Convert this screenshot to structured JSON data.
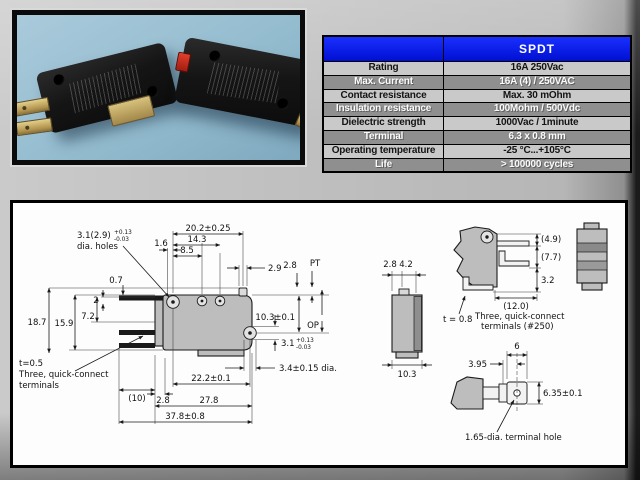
{
  "colors": {
    "header_blue": "#0010d2",
    "row_light": "#c9c9c9",
    "row_dark": "#8f8f8f",
    "photo_background": "#94bccf",
    "red_button": "#c0291c"
  },
  "spec_table": {
    "header": [
      "",
      "SPDT"
    ],
    "rows": [
      {
        "label": "Rating",
        "value": "16A 250Vac"
      },
      {
        "label": "Max. Current",
        "value": "16A (4) / 250VAC"
      },
      {
        "label": "Contact resistance",
        "value": "Max. 30 mOhm"
      },
      {
        "label": "Insulation resistance",
        "value": "100Mohm / 500Vdc"
      },
      {
        "label": "Dielectric strength",
        "value": "1000Vac / 1minute"
      },
      {
        "label": "Terminal",
        "value": "6.3 x 0.8 mm"
      },
      {
        "label": "Operating temperature",
        "value": "-25 °C...+105°C"
      },
      {
        "label": "Life",
        "value": "> 100000 cycles"
      }
    ]
  },
  "drawing": {
    "front": {
      "dim_top_span": "20.2±0.25",
      "dim_14_3": "14.3",
      "dim_8_5": "8.5",
      "dim_1_6": "1.6",
      "dim_plunger": "2.9",
      "dim_pt_offset": "2.8",
      "pt": "PT",
      "op": "OP",
      "dim_hole_v": "10.3±0.1",
      "dim_hole_dia": "3.1",
      "tol_plus": "+0.13",
      "tol_minus": "-0.03",
      "dim_boss_dia": "3.4±0.15 dia.",
      "dim_0_7": "0.7",
      "dim_2": "2",
      "dim_7_2": "7.2",
      "dim_15_9": "15.9",
      "dim_18_7": "18.7",
      "holes_note_1": "3.1(2.9)",
      "holes_note_2": "dia. holes",
      "term_note_1": "t=0.5",
      "term_note_2": "Three, quick-connect",
      "term_note_3": "terminals",
      "dim_10": "(10)",
      "dim_2_8b": "2.8",
      "dim_22_2": "22.2±0.1",
      "dim_27_8": "27.8",
      "dim_37_8": "37.8±0.8"
    },
    "side": {
      "dim_2_8": "2.8",
      "dim_4_2": "4.2",
      "dim_10_3": "10.3"
    },
    "bend": {
      "dim_4_9": "(4.9)",
      "dim_7_7": "(7.7)",
      "dim_3_2": "3.2",
      "dim_12": "(12.0)",
      "note_1": "t = 0.8",
      "note_2": "Three, quick-connect",
      "note_3": "terminals (#250)"
    },
    "lug": {
      "dim_6": "6",
      "dim_3_95": "3.95",
      "dim_6_35": "6.35±0.1",
      "note": "1.65-dia. terminal hole"
    }
  }
}
